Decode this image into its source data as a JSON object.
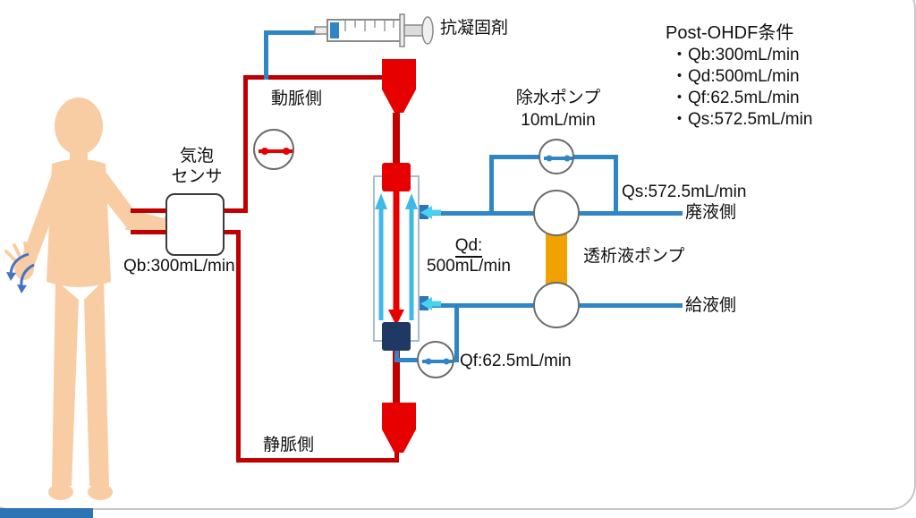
{
  "diagram": {
    "conditions": {
      "title": "Post-OHDF条件",
      "items": [
        "・Qb:300mL/min",
        "・Qd:500mL/min",
        "・Qf:62.5mL/min",
        "・Qs:572.5mL/min"
      ]
    },
    "labels": {
      "anticoagulant": "抗凝固剤",
      "arterial_side": "動脈側",
      "venous_side": "静脈側",
      "bubble_sensor_line1": "気泡",
      "bubble_sensor_line2": "センサ",
      "qb": "Qb:300mL/min",
      "qd_title": "Qd:",
      "qd_value": "500mL/min",
      "water_removal_pump_line1": "除水ポンプ",
      "water_removal_pump_line2": "10mL/min",
      "qs": "Qs:572.5mL/min",
      "waste_side": "廃液側",
      "dialysate_pump": "透析液ポンプ",
      "supply_side": "給液側",
      "qf": "Qf:62.5mL/min"
    },
    "colors": {
      "blood_line": "#c00000",
      "blood_bright": "#e60000",
      "dialysate_line": "#2e86c6",
      "cyan_arrow": "#49d1f2",
      "venous_cap_navy": "#1f3864",
      "pump_link_orange": "#f2a200",
      "skin": "#f9cda4",
      "accent_strip": "#2e74b5"
    }
  }
}
